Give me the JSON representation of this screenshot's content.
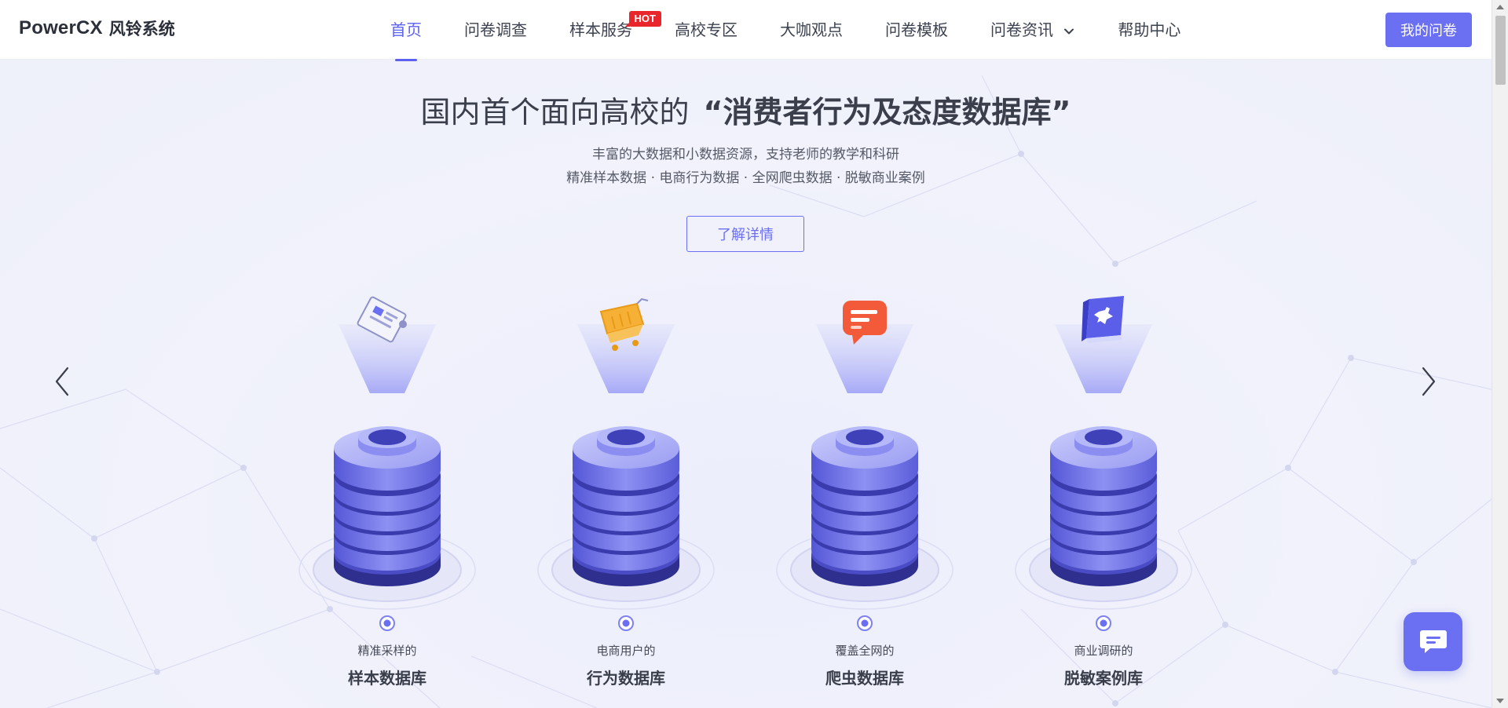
{
  "header": {
    "logo_text": "PowerCX",
    "logo_cn": "风铃系统",
    "nav": [
      {
        "label": "首页",
        "active": true
      },
      {
        "label": "问卷调查"
      },
      {
        "label": "样本服务",
        "badge": "HOT"
      },
      {
        "label": "高校专区"
      },
      {
        "label": "大咖观点"
      },
      {
        "label": "问卷模板"
      },
      {
        "label": "问卷资讯",
        "dropdown": true
      },
      {
        "label": "帮助中心"
      }
    ],
    "my_survey_label": "我的问卷"
  },
  "hero": {
    "title_prefix": "国内首个面向高校的",
    "title_emphasis": "“消费者行为及态度数据库”",
    "subtitle_line1": "丰富的大数据和小数据资源，支持老师的教学和科研",
    "subtitle_line2": "精准样本数据 · 电商行为数据 · 全网爬虫数据 · 脱敏商业案例",
    "detail_button": "了解详情"
  },
  "databases": [
    {
      "caption": "精准采样的",
      "title": "样本数据库",
      "icon": "document-chart-icon"
    },
    {
      "caption": "电商用户的",
      "title": "行为数据库",
      "icon": "shopping-cart-icon"
    },
    {
      "caption": "覆盖全网的",
      "title": "爬虫数据库",
      "icon": "chat-bubble-icon"
    },
    {
      "caption": "商业调研的",
      "title": "脱敏案例库",
      "icon": "puzzle-book-icon"
    }
  ],
  "icons": {
    "prev": "chevron-left-icon",
    "next": "chevron-right-icon",
    "chat": "chat-icon",
    "dropdown": "chevron-down-icon"
  },
  "colors": {
    "accent": "#6b6ff2",
    "hot": "#e8262b",
    "text_dark": "#3b3f4c"
  }
}
